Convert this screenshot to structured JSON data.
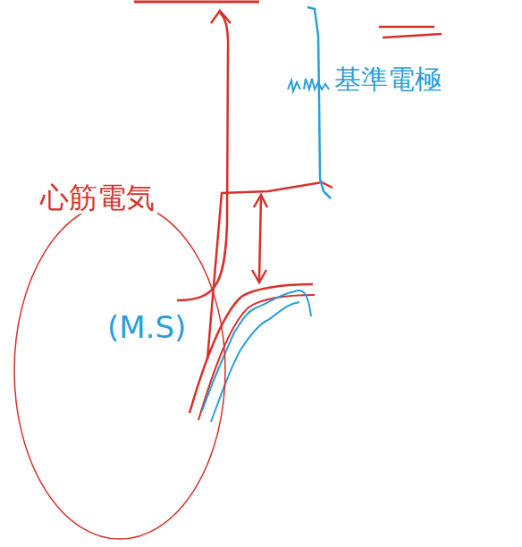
{
  "diagram": {
    "nodes": [
      {
        "text": [
          "心筋電気"
        ]
      }
    ],
    "labels": [
      "基準電極",
      "(M.S)"
    ]
  }
}
